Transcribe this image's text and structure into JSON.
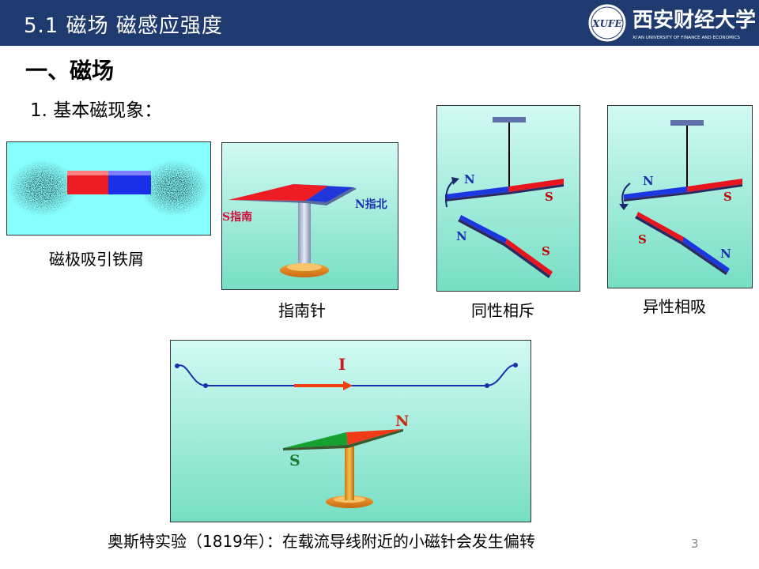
{
  "header": {
    "title": "5.1  磁场   磁感应强度",
    "logo_text": "XUFE",
    "university_name": "西安财经大学",
    "university_english": "XI'AN UNIVERSITY OF FINANCE AND ECONOMICS"
  },
  "section_heading": "一、磁场",
  "sub_heading": "1. 基本磁现象：",
  "figures": {
    "magnet": {
      "caption": "磁极吸引铁屑"
    },
    "compass": {
      "caption": "指南针",
      "south_label": "S指南",
      "north_label": "N指北"
    },
    "repel": {
      "caption": "同性相斥",
      "upper_n": "N",
      "upper_s": "S",
      "lower_n": "N",
      "lower_s": "S"
    },
    "attract": {
      "caption": "异性相吸",
      "upper_n": "N",
      "upper_s": "S",
      "lower_s": "S",
      "lower_n": "N"
    },
    "oersted": {
      "caption": "奥斯特实验（1819年）：在载流导线附近的小磁针会发生偏转",
      "current_label": "I",
      "north_label": "N",
      "south_label": "S"
    }
  },
  "page_number": "3",
  "colors": {
    "header_bg": "#1f3a6e",
    "cyan_bg": "#88ffff",
    "panel_top": "#c6f7f0",
    "panel_bottom": "#7fe0c8",
    "north_red": "#e8141e",
    "south_blue": "#1c36e0"
  }
}
